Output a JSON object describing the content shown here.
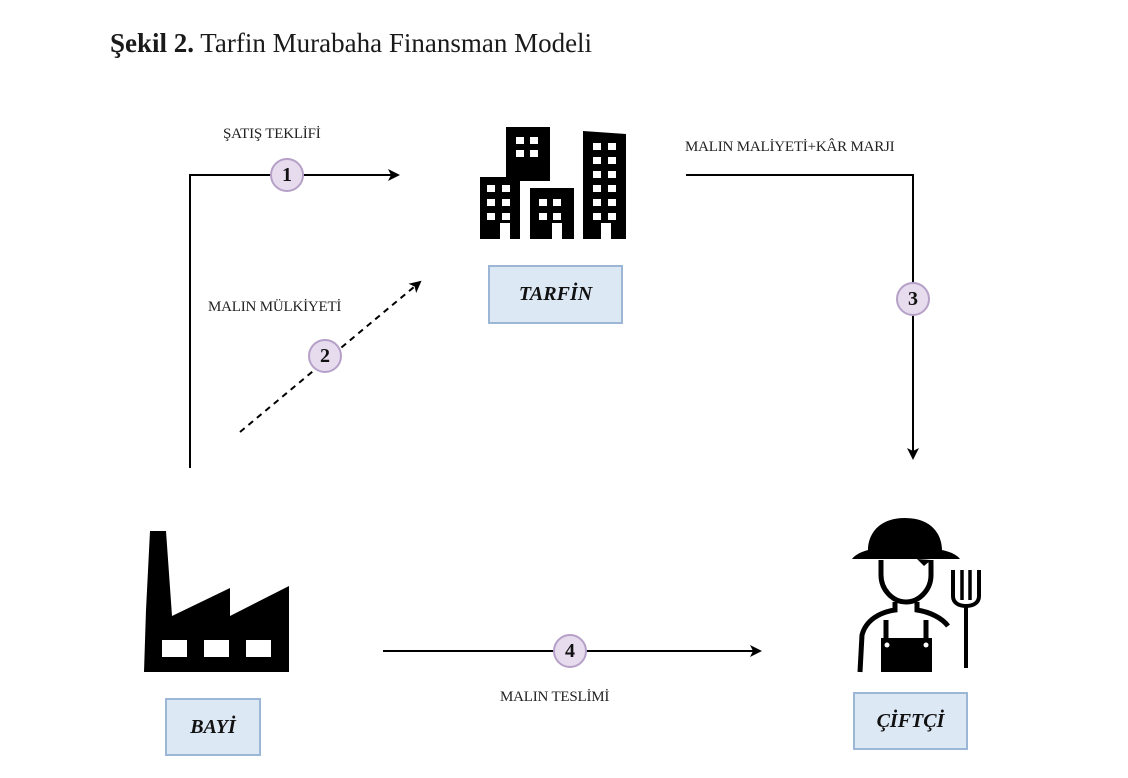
{
  "caption": {
    "label": "Şekil 2.",
    "title": "Tarfin Murabaha Finansman Modeli"
  },
  "nodes": {
    "tarfin": {
      "label": "TARFİN",
      "icon": "office-buildings-icon"
    },
    "bayi": {
      "label": "BAYİ",
      "icon": "factory-icon"
    },
    "ciftci": {
      "label": "ÇİFTÇİ",
      "icon": "farmer-icon"
    }
  },
  "steps": [
    {
      "number": "1",
      "label": "ŞATIŞ TEKLİFİ",
      "from": "BAYİ",
      "to": "TARFİN",
      "style": "solid"
    },
    {
      "number": "2",
      "label": "MALIN MÜLKİYETİ",
      "from": "BAYİ",
      "to": "TARFİN",
      "style": "dashed"
    },
    {
      "number": "3",
      "label": "MALIN MALİYETİ+KÂR MARJI",
      "from": "TARFİN",
      "to": "ÇİFTÇİ",
      "style": "solid"
    },
    {
      "number": "4",
      "label": "MALIN TESLİMİ",
      "from": "BAYİ",
      "to": "ÇİFTÇİ",
      "style": "solid"
    }
  ],
  "colors": {
    "badge_fill": "#e6dcee",
    "badge_border": "#b6a0c8",
    "box_fill": "#dde8f5",
    "box_border": "#9cb6d6"
  }
}
